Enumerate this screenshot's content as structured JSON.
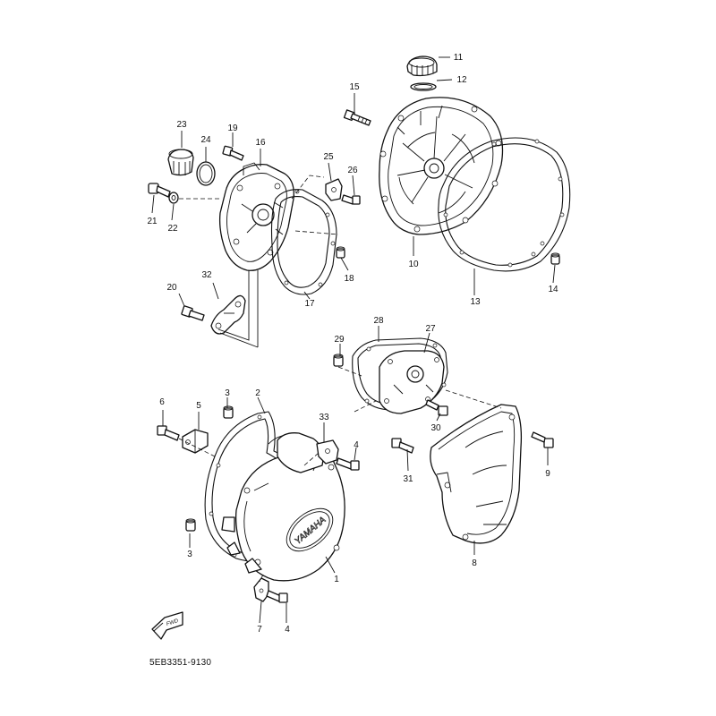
{
  "diagram": {
    "code": "5EB3351-9130",
    "emboss_brand": "YAMAHA",
    "fwd_label": "FWD",
    "ink_color": "#111111",
    "background_color": "#ffffff",
    "callouts": [
      "1",
      "2",
      "3",
      "3",
      "4",
      "4",
      "5",
      "6",
      "7",
      "8",
      "9",
      "10",
      "11",
      "12",
      "13",
      "14",
      "15",
      "16",
      "17",
      "18",
      "19",
      "20",
      "21",
      "22",
      "23",
      "24",
      "25",
      "26",
      "27",
      "28",
      "29",
      "30",
      "31",
      "32",
      "33"
    ]
  }
}
